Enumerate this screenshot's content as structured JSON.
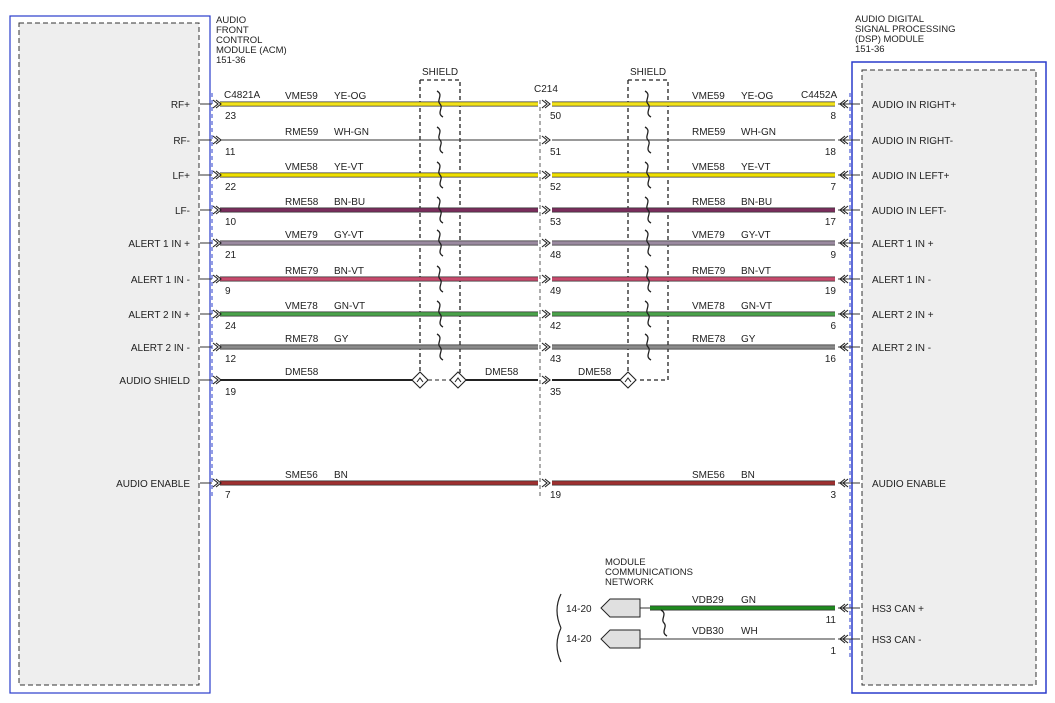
{
  "acm": {
    "title_lines": [
      "AUDIO",
      "FRONT",
      "CONTROL",
      "MODULE (ACM)",
      "151-36"
    ],
    "connector": "C4821A"
  },
  "dsp": {
    "title_lines": [
      "AUDIO DIGITAL",
      "SIGNAL PROCESSING",
      "(DSP) MODULE",
      "151-36"
    ],
    "connector": "C4452A"
  },
  "inline_connector": "C214",
  "shield_label": "SHIELD",
  "network": {
    "title_lines": [
      "MODULE",
      "COMMUNICATIONS",
      "NETWORK"
    ],
    "ref": "14-20"
  },
  "colors": {
    "YE-OG": "#f2e21a",
    "WH-GN": "#4a8a4a",
    "YE-VT": "#efe000",
    "BN-BU": "#7a2d5c",
    "GY-VT": "#9a8aa0",
    "BN-VT": "#c74a6c",
    "GN-VT": "#4aa24a",
    "GY": "#8a8a8a",
    "BN": "#9e3030",
    "GN": "#1e8a1e",
    "WH": "#888888",
    "module_border": "#2a3ccc",
    "module_fill": "#eeeeee"
  },
  "circuits": [
    {
      "left_label": "RF+",
      "left_pin": "23",
      "mid_pin": "50",
      "right_pin": "8",
      "circuit": "VME59",
      "color": "YE-OG",
      "right_label": "AUDIO IN RIGHT+"
    },
    {
      "left_label": "RF-",
      "left_pin": "11",
      "mid_pin": "51",
      "right_pin": "18",
      "circuit": "RME59",
      "color": "WH-GN",
      "right_label": "AUDIO IN RIGHT-"
    },
    {
      "left_label": "LF+",
      "left_pin": "22",
      "mid_pin": "52",
      "right_pin": "7",
      "circuit": "VME58",
      "color": "YE-VT",
      "right_label": "AUDIO IN LEFT+"
    },
    {
      "left_label": "LF-",
      "left_pin": "10",
      "mid_pin": "53",
      "right_pin": "17",
      "circuit": "RME58",
      "color": "BN-BU",
      "right_label": "AUDIO IN LEFT-"
    },
    {
      "left_label": "ALERT 1 IN +",
      "left_pin": "21",
      "mid_pin": "48",
      "right_pin": "9",
      "circuit": "VME79",
      "color": "GY-VT",
      "right_label": "ALERT 1 IN +"
    },
    {
      "left_label": "ALERT 1 IN -",
      "left_pin": "9",
      "mid_pin": "49",
      "right_pin": "19",
      "circuit": "RME79",
      "color": "BN-VT",
      "right_label": "ALERT 1 IN -"
    },
    {
      "left_label": "ALERT 2 IN +",
      "left_pin": "24",
      "mid_pin": "42",
      "right_pin": "6",
      "circuit": "VME78",
      "color": "GN-VT",
      "right_label": "ALERT 2 IN +"
    },
    {
      "left_label": "ALERT 2 IN -",
      "left_pin": "12",
      "mid_pin": "43",
      "right_pin": "16",
      "circuit": "RME78",
      "color": "GY",
      "right_label": "ALERT 2 IN -"
    }
  ],
  "shield_drain": {
    "left_label": "AUDIO SHIELD",
    "left_pin": "19",
    "mid_pin": "35",
    "circuit": "DME58"
  },
  "enable": {
    "left_label": "AUDIO ENABLE",
    "left_pin": "7",
    "mid_pin": "19",
    "right_pin": "3",
    "circuit": "SME56",
    "color": "BN",
    "right_label": "AUDIO ENABLE"
  },
  "can": [
    {
      "circuit": "VDB29",
      "color": "GN",
      "right_pin": "11",
      "right_label": "HS3 CAN +"
    },
    {
      "circuit": "VDB30",
      "color": "WH",
      "right_pin": "1",
      "right_label": "HS3 CAN -"
    }
  ]
}
